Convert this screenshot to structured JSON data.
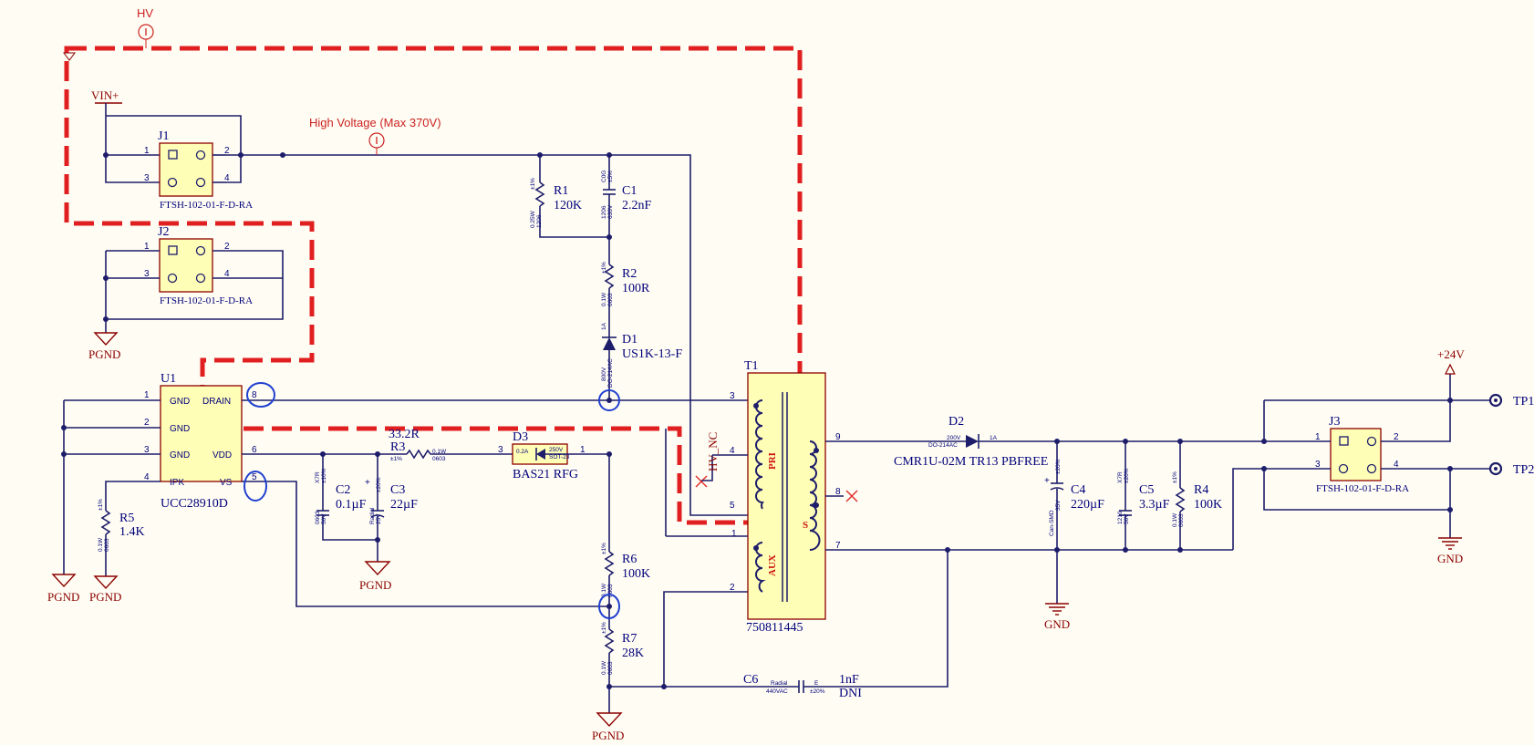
{
  "nets": {
    "hv": "HV",
    "vin": "VIN+",
    "high_voltage": "High Voltage (Max 370V)",
    "pgnd": "PGND",
    "gnd": "GND",
    "p24v": "+24V",
    "hv_nc": "HV_NC",
    "tp1": "TP1",
    "tp2": "TP2"
  },
  "components": {
    "j1": {
      "ref": "J1",
      "value": "FTSH-102-01-F-D-RA",
      "pins": [
        "1",
        "2",
        "3",
        "4"
      ]
    },
    "j2": {
      "ref": "J2",
      "value": "FTSH-102-01-F-D-RA",
      "pins": [
        "1",
        "2",
        "3",
        "4"
      ]
    },
    "j3": {
      "ref": "J3",
      "value": "FTSH-102-01-F-D-RA",
      "pins": [
        "1",
        "2",
        "3",
        "4"
      ]
    },
    "r1": {
      "ref": "R1",
      "value": "120K",
      "tiny": [
        "±1%",
        "0.25W",
        "1206"
      ]
    },
    "c1": {
      "ref": "C1",
      "value": "2.2nF",
      "tiny": [
        "C0G",
        "±5%",
        "630V",
        "1206"
      ]
    },
    "r2": {
      "ref": "R2",
      "value": "100R",
      "tiny": [
        "±1%",
        "0.1W",
        "0603"
      ]
    },
    "d1": {
      "ref": "D1",
      "value": "US1K-13-F",
      "tiny": [
        "1A",
        "800V",
        "DO-214AC"
      ]
    },
    "u1": {
      "ref": "U1",
      "value": "UCC28910D",
      "pins": [
        {
          "num": "1",
          "name": "GND"
        },
        {
          "num": "2",
          "name": "GND"
        },
        {
          "num": "3",
          "name": "GND"
        },
        {
          "num": "4",
          "name": "IPK"
        },
        {
          "num": "8",
          "name": "DRAIN"
        },
        {
          "num": "6",
          "name": "VDD"
        },
        {
          "num": "5",
          "name": "VS"
        }
      ]
    },
    "r3": {
      "ref": "R3",
      "value": "33.2R",
      "tiny": [
        "±1%",
        "0.1W",
        "0603"
      ]
    },
    "d3": {
      "ref": "D3",
      "value": "BAS21 RFG",
      "tiny": [
        "0.2A",
        "250V",
        "SOT-23"
      ],
      "pins": [
        "3",
        "1"
      ]
    },
    "c2": {
      "ref": "C2",
      "value": "0.1µF",
      "tiny": [
        "X7R",
        "±10%",
        "50V",
        "0603"
      ]
    },
    "c3": {
      "ref": "C3",
      "value": "22µF",
      "tiny": [
        "±20%",
        "25V",
        "Radial"
      ]
    },
    "r5": {
      "ref": "R5",
      "value": "1.4K",
      "tiny": [
        "±1%",
        "0.1W",
        "0603"
      ]
    },
    "r6": {
      "ref": "R6",
      "value": "100K",
      "tiny": [
        "±1%",
        "0.1W",
        "0603"
      ]
    },
    "r7": {
      "ref": "R7",
      "value": "28K",
      "tiny": [
        "±1%",
        "0.1W",
        "0603"
      ]
    },
    "t1": {
      "ref": "T1",
      "value": "750811445",
      "pins": [
        "3",
        "4",
        "5",
        "1",
        "2",
        "9",
        "8",
        "7"
      ],
      "windings": [
        "PRI",
        "AUX",
        "S"
      ]
    },
    "d2": {
      "ref": "D2",
      "value": "CMR1U-02M TR13 PBFREE",
      "tiny": [
        "200V",
        "DO-214AC",
        "1A"
      ]
    },
    "c4": {
      "ref": "C4",
      "value": "220µF",
      "tiny": [
        "±20%",
        "35V",
        "Can-SMD"
      ]
    },
    "c5": {
      "ref": "C5",
      "value": "3.3µF",
      "tiny": [
        "X7R",
        "±20%",
        "50V",
        "1210"
      ]
    },
    "r4": {
      "ref": "R4",
      "value": "100K",
      "tiny": [
        "±1%",
        "0.1W",
        "0603"
      ]
    },
    "c6": {
      "ref": "C6",
      "value": "1nF",
      "value2": "DNI",
      "tiny": [
        "Radial",
        "440VAC",
        "E",
        "±20%"
      ]
    }
  },
  "colors": {
    "wire": "#1d1d6b",
    "text": "#00007a",
    "component_fill": "#fffeb6",
    "component_outline": "#8b0000",
    "hv_boundary": "#e02020",
    "highlight": "#2040d0",
    "background": "#fffdf3"
  }
}
